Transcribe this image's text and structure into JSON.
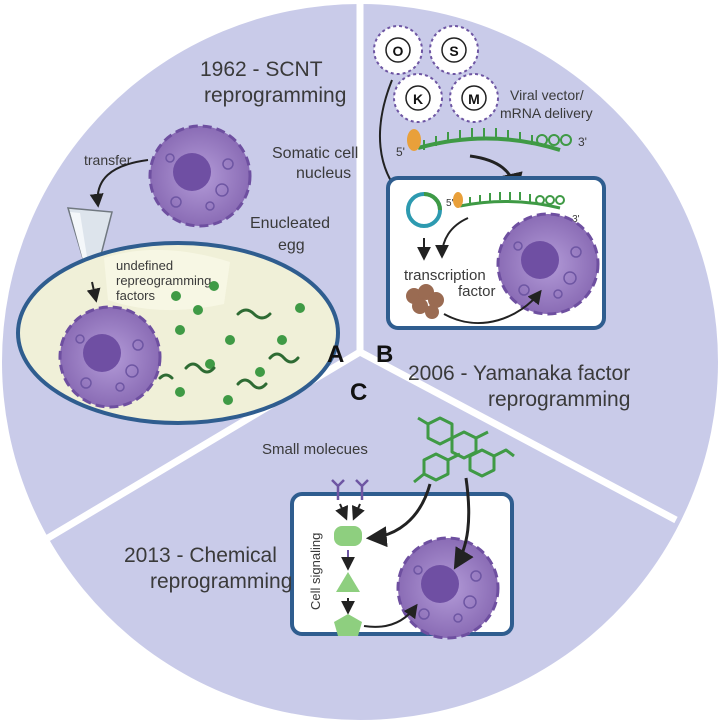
{
  "panels": {
    "a": {
      "letter": "A",
      "year_line1": "1962 - SCNT",
      "year_line2": "reprogramming",
      "somatic_line1": "Somatic cell",
      "somatic_line2": "nucleus",
      "transfer": "transfer",
      "enucleated_line1": "Enucleated",
      "enucleated_line2": "egg",
      "factors_line1": "undefined",
      "factors_line2": "repreogramming",
      "factors_line3": "factors"
    },
    "b": {
      "letter": "B",
      "factors": [
        "O",
        "S",
        "K",
        "M"
      ],
      "delivery_line1": "Viral vector/",
      "delivery_line2": "mRNA delivery",
      "five_prime": "5'",
      "three_prime": "3'",
      "three_prime_dash": "- 3'",
      "tf_line1": "transcription",
      "tf_line2": "factor",
      "year_line1": "2006 - Yamanaka factor",
      "year_line2": "reprogramming"
    },
    "c": {
      "letter": "C",
      "small_molecules": "Small molecues",
      "signaling": "Cell signaling",
      "year_line1": "2013 - Chemical",
      "year_line2": "reprogramming"
    }
  },
  "colors": {
    "disc": "#c9cbe9",
    "cell": "#8a6cb5",
    "nucleus": "#6f4fa3",
    "green": "#3f9a45",
    "outline": "#2f5d8f",
    "tf_brown": "#9a6b52",
    "promoter": "#e9a03a"
  }
}
